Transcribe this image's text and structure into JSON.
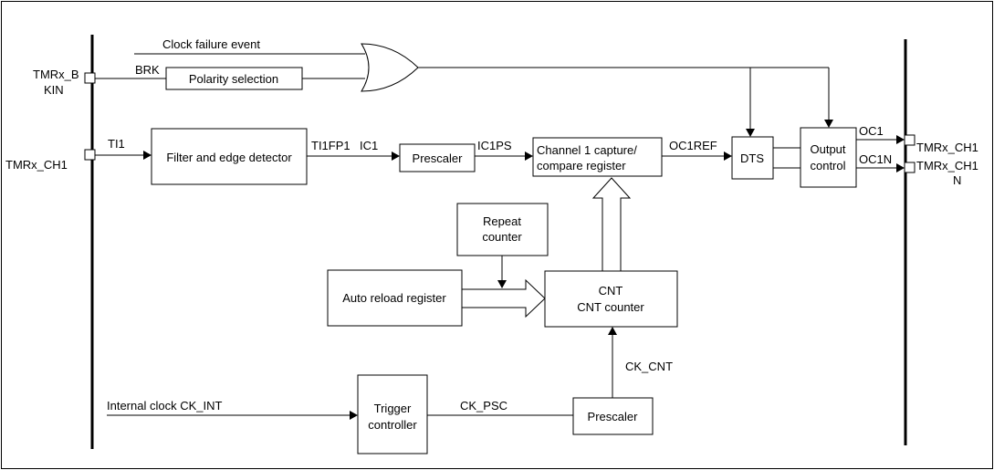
{
  "signals": {
    "clock_failure": "Clock failure event",
    "brk": "BRK",
    "ti1": "TI1",
    "ti1fp1": "TI1FP1",
    "ic1": "IC1",
    "ic1ps": "IC1PS",
    "oc1ref": "OC1REF",
    "oc1": "OC1",
    "oc1n": "OC1N",
    "ck_cnt": "CK_CNT",
    "ck_psc": "CK_PSC",
    "internal_clock": "Internal clock CK_INT"
  },
  "pins": {
    "tmrx_bkin_line1": "TMRx_B",
    "tmrx_bkin_line2": "KIN",
    "tmrx_ch1_in": "TMRx_CH1",
    "tmrx_ch1_out": "TMRx_CH1",
    "tmrx_ch1n_line1": "TMRx_CH1",
    "tmrx_ch1n_line2": "N"
  },
  "blocks": {
    "polarity": "Polarity selection",
    "filter": "Filter and edge detector",
    "prescaler_ic": "Prescaler",
    "capture_line1": "Channel 1 capture/",
    "capture_line2": "compare register",
    "dts": "DTS",
    "output_line1": "Output",
    "output_line2": "control",
    "repeat_line1": "Repeat",
    "repeat_line2": "counter",
    "auto_reload": "Auto reload register",
    "cnt_line1": "CNT",
    "cnt_line2": "CNT counter",
    "trigger_line1": "Trigger",
    "trigger_line2": "controller",
    "prescaler_cnt": "Prescaler"
  }
}
